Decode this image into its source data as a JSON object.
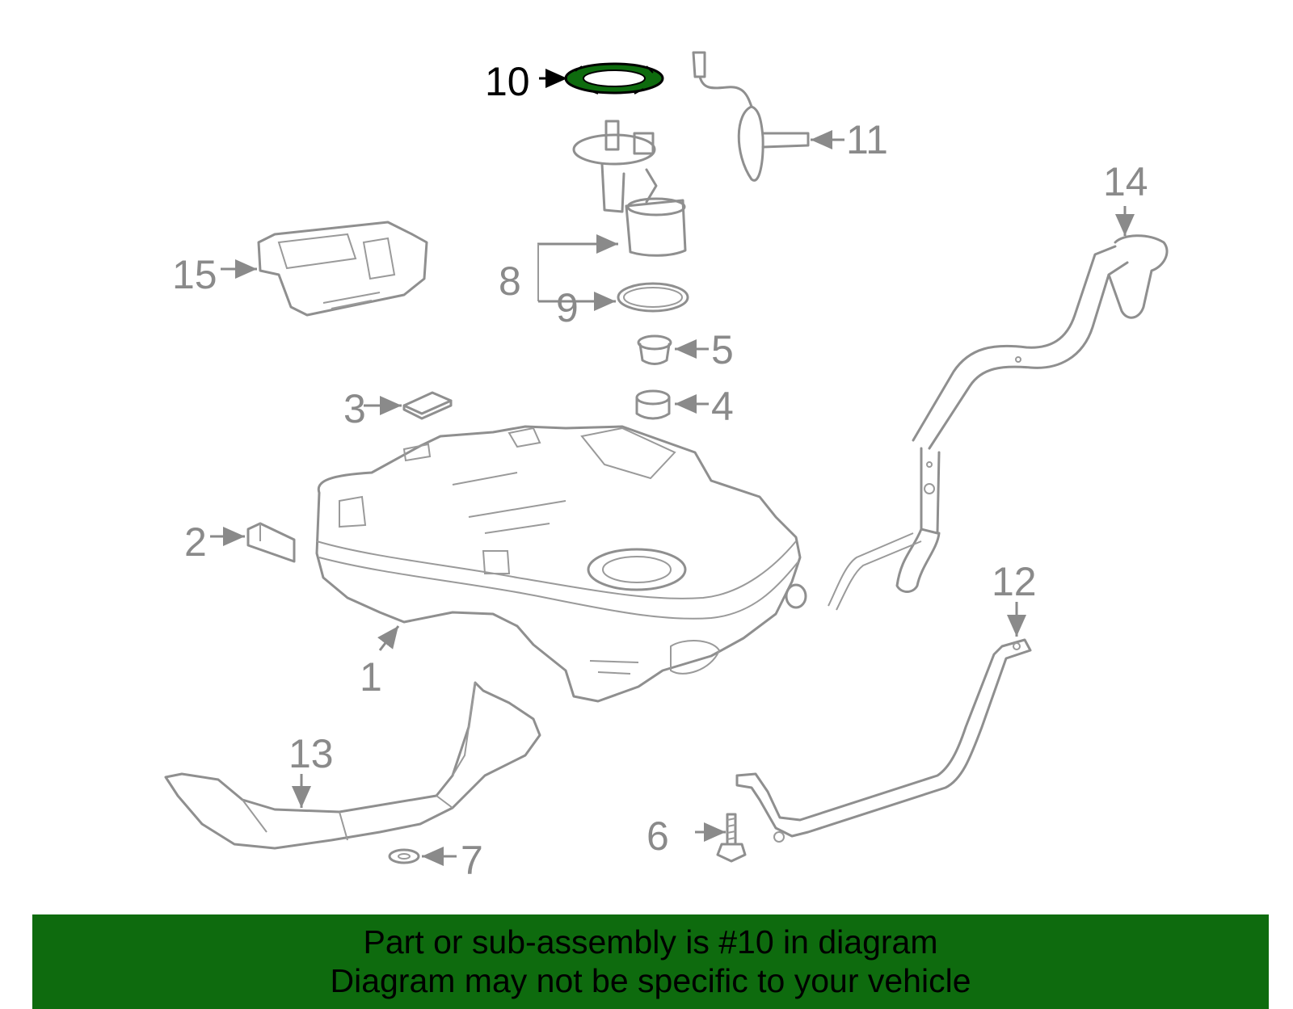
{
  "callouts": [
    {
      "id": "10",
      "label": "10",
      "highlighted": true
    },
    {
      "id": "11",
      "label": "11"
    },
    {
      "id": "14",
      "label": "14"
    },
    {
      "id": "15",
      "label": "15"
    },
    {
      "id": "8",
      "label": "8"
    },
    {
      "id": "9",
      "label": "9"
    },
    {
      "id": "5",
      "label": "5"
    },
    {
      "id": "4",
      "label": "4"
    },
    {
      "id": "3",
      "label": "3"
    },
    {
      "id": "2",
      "label": "2"
    },
    {
      "id": "1",
      "label": "1"
    },
    {
      "id": "12",
      "label": "12"
    },
    {
      "id": "6",
      "label": "6"
    },
    {
      "id": "13",
      "label": "13"
    },
    {
      "id": "7",
      "label": "7"
    }
  ],
  "colors": {
    "highlight": "#0e6b0e",
    "line": "#8f8f8f",
    "banner": "#0e6b0e"
  },
  "banner": {
    "line1": "Part or sub-assembly is #10 in diagram",
    "line2": "Diagram may not be specific to your vehicle"
  }
}
